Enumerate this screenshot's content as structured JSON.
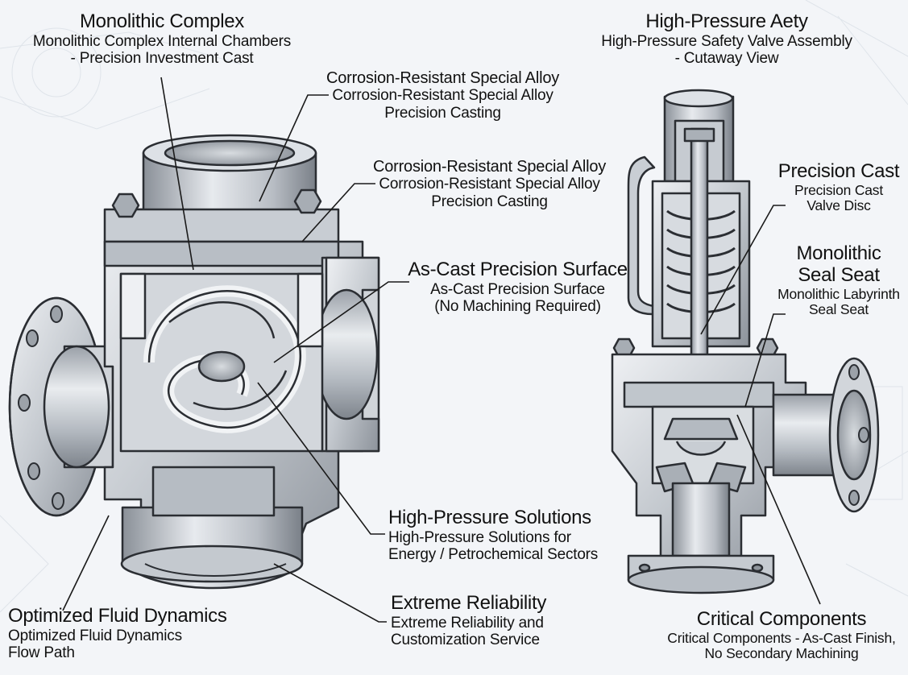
{
  "left_diagram": {
    "labels": {
      "monolithic_complex": {
        "title": "Monolithic Complex",
        "line1": "Monolithic Complex Internal Chambers",
        "line2": "- Precision Investment Cast"
      },
      "corrosion_1": {
        "title": "Corrosion-Resistant Special Alloy",
        "line1": "Corrosion-Resistant Special Alloy",
        "line2": "Precision Casting"
      },
      "corrosion_2": {
        "title": "Corrosion-Resistant Special Alloy",
        "line1": "Corrosion-Resistant Special Alloy",
        "line2": "Precision Casting"
      },
      "as_cast": {
        "title": "As-Cast Precision Surface",
        "line1": "As-Cast Precision Surface",
        "line2": "(No Machining Required)"
      },
      "high_pressure_solutions": {
        "title": "High-Pressure Solutions",
        "line1": "High-Pressure Solutions for",
        "line2": "Energy / Petrochemical Sectors"
      },
      "extreme_reliability": {
        "title": "Extreme Reliability",
        "line1": "Extreme Reliability and",
        "line2": "Customization Service"
      },
      "optimized_fluid": {
        "title": "Optimized Fluid Dynamics",
        "line1": "Optimized Fluid Dynamics",
        "line2": "Flow Path"
      }
    }
  },
  "right_diagram": {
    "labels": {
      "safety_valve": {
        "title": "High-Pressure Aety",
        "line1": "High-Pressure Safety Valve Assembly",
        "line2": "- Cutaway View"
      },
      "precision_cast": {
        "title": "Precision Cast",
        "line1": "Precision Cast",
        "line2": "Valve Disc"
      },
      "seal_seat": {
        "title1": "Monolithic",
        "title2": "Seal Seat",
        "line1": "Monolithic Labyrinth",
        "line2": "Seal Seat"
      },
      "critical_components": {
        "title": "Critical Components",
        "line1": "Critical Components - As-Cast Finish,",
        "line2": "No Secondary Machining"
      }
    }
  },
  "colors": {
    "metal_light": "#e4e7eb",
    "metal_mid": "#b9bec5",
    "metal_dark": "#7c828a",
    "outline": "#2b2e33",
    "leader": "#1a1a1a",
    "background": "#f3f5f8"
  }
}
